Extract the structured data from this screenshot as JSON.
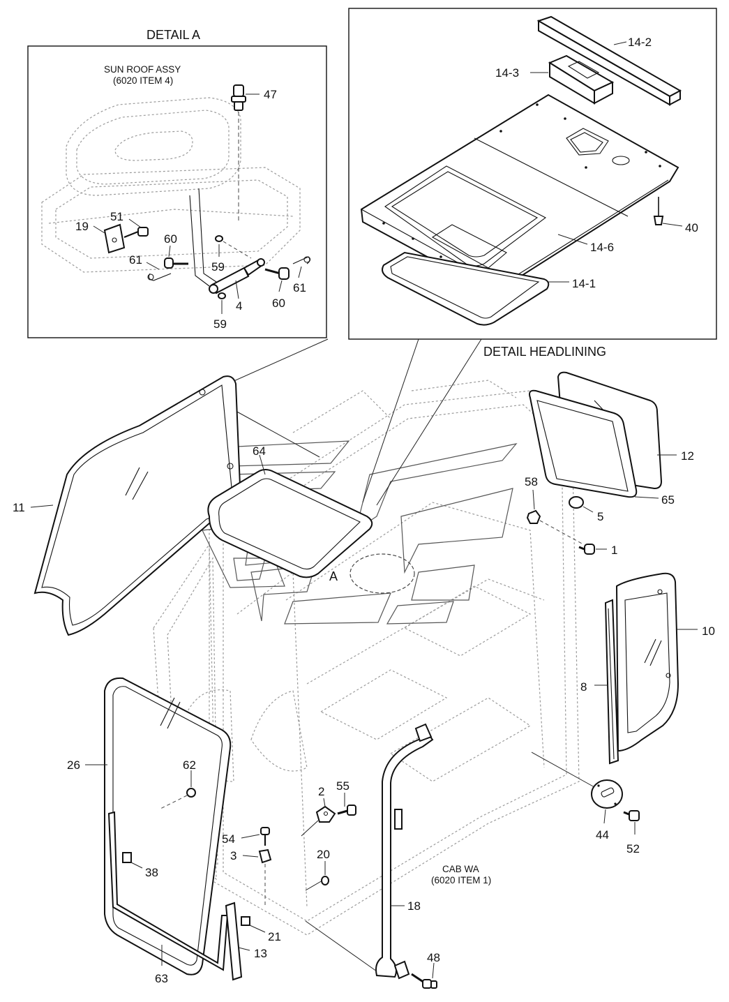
{
  "detail_a": {
    "title": "DETAIL A",
    "assembly_label_1": "SUN ROOF ASSY",
    "assembly_label_2": "(6020 ITEM 4)",
    "callouts": {
      "c47": "47",
      "c51": "51",
      "c19": "19",
      "c60a": "60",
      "c61a": "61",
      "c59a": "59",
      "c4": "4",
      "c60b": "60",
      "c61b": "61",
      "c59b": "59"
    }
  },
  "detail_headlining": {
    "title": "DETAIL HEADLINING",
    "callouts": {
      "c14_2": "14-2",
      "c14_3": "14-3",
      "c40": "40",
      "c14_6": "14-6",
      "c14_1": "14-1"
    }
  },
  "main": {
    "detail_ref": "A",
    "cab_label_1": "CAB WA",
    "cab_label_2": "(6020 ITEM 1)",
    "callouts": {
      "c11": "11",
      "c64": "64",
      "c12": "12",
      "c58": "58",
      "c65": "65",
      "c5": "5",
      "c1": "1",
      "c10": "10",
      "c8": "8",
      "c26": "26",
      "c62": "62",
      "c2": "2",
      "c55": "55",
      "c54": "54",
      "c3": "3",
      "c20": "20",
      "c38": "38",
      "c21": "21",
      "c13": "13",
      "c63": "63",
      "c18": "18",
      "c44": "44",
      "c52": "52",
      "c48": "48"
    }
  },
  "colors": {
    "line": "#111111",
    "ghost": "#9a9a9a",
    "background": "#ffffff"
  }
}
